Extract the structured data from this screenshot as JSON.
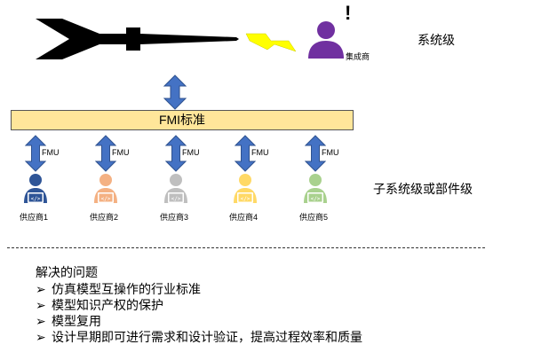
{
  "top": {
    "integrator_label": "集成商",
    "exclamation": "!",
    "system_level": "系统级"
  },
  "fmi_bar": {
    "label": "FMI标准"
  },
  "subsystem_level": "子系统级或部件级",
  "suppliers": [
    {
      "fmu_label": "FMU",
      "name": "供应商1",
      "color": "#2f5597"
    },
    {
      "fmu_label": "FMU",
      "name": "供应商2",
      "color": "#f4b183"
    },
    {
      "fmu_label": "FMU",
      "name": "供应商3",
      "color": "#bfbfbf"
    },
    {
      "fmu_label": "FMU",
      "name": "供应商4",
      "color": "#ffd966"
    },
    {
      "fmu_label": "FMU",
      "name": "供应商5",
      "color": "#a9d18e"
    }
  ],
  "problems": {
    "title": "解决的问题",
    "bullet_marker": "➢",
    "items": [
      "仿真模型互操作的行业标准",
      "模型知识产权的保护",
      "模型复用",
      "设计早期即可进行需求和设计验证，提高过程效率和质量"
    ]
  },
  "colors": {
    "arrow_blue": "#4472c4",
    "arrow_outline": "#2f528f",
    "bolt_yellow": "#ffff00",
    "integrator_purple": "#7030a0",
    "fmi_bar_fill": "#ffe69a"
  }
}
